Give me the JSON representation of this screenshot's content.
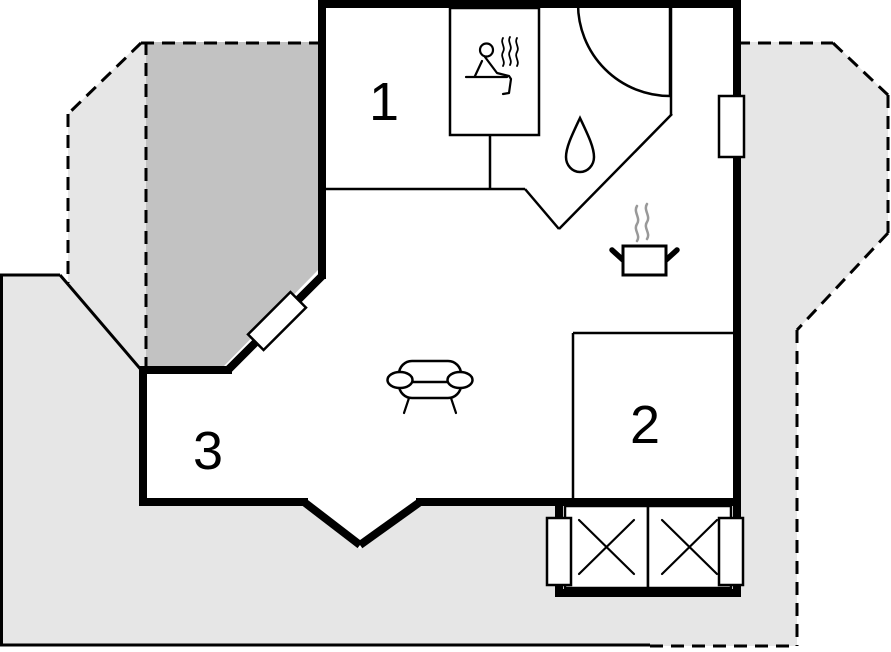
{
  "floor_plan": {
    "type": "vacation-house-floor-plan",
    "rooms": [
      {
        "label": "1"
      },
      {
        "label": "2"
      },
      {
        "label": "3"
      }
    ],
    "icons": {
      "sauna": "sauna-icon",
      "shower": "shower-icon",
      "water_drop": "water-drop-icon",
      "cooking_pot": "cooking-pot-icon",
      "sofa": "sofa-icon",
      "beds": "crossed-box-icon",
      "door": "door-window-icon",
      "window": "window-icon"
    },
    "colors": {
      "background": "#ffffff",
      "terrace": "#e6e6e6",
      "covered_terrace": "#c2c2c2",
      "water": "#aef4f9",
      "wall": "#000000",
      "steam": "#999999"
    }
  }
}
